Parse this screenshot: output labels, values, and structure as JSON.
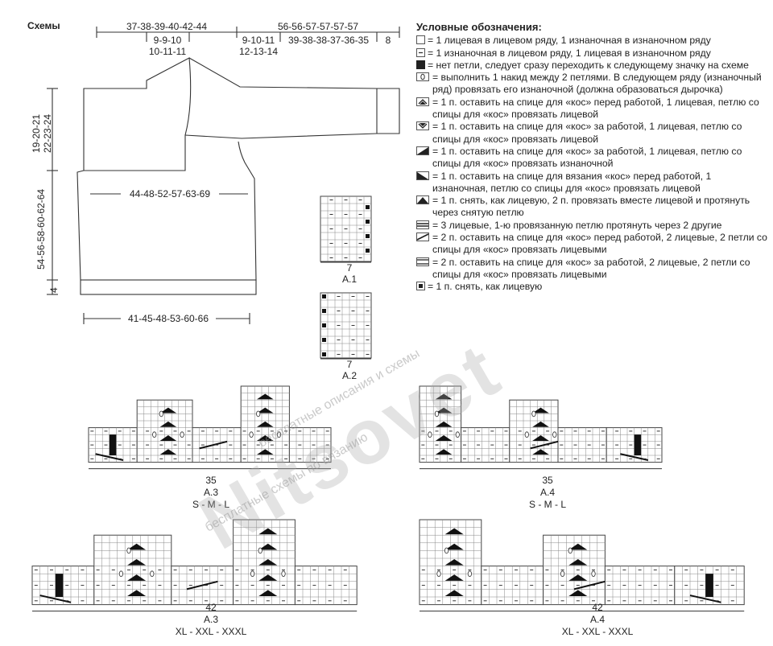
{
  "schema_title": "Схемы",
  "measurements": {
    "top_left": "37-38-39-40-42-44",
    "top_right": "56-56-57-57-57-57",
    "neck1": "9-9-10",
    "neck2": "10-11-11",
    "shoulder1": "9-10-11",
    "shoulder2": "12-13-14",
    "sleeve_mid": "39-38-38-37-36-35",
    "cuff": "8",
    "armhole1": "19-20-21",
    "armhole2": "22-23-24",
    "body_length": "54-56-58-60-62-64",
    "rib": "4",
    "chest": "44-48-52-57-63-69",
    "bottom": "41-45-48-53-60-66"
  },
  "small_charts": {
    "a1_count": "7",
    "a1_label": "A.1",
    "a2_count": "7",
    "a2_label": "A.2"
  },
  "big_charts": {
    "a3_small_count": "35",
    "a3_small_label": "A.3",
    "a3_small_sizes": "S - M - L",
    "a4_small_count": "35",
    "a4_small_label": "A.4",
    "a4_small_sizes": "S - M - L",
    "a3_large_count": "42",
    "a3_large_label": "A.3",
    "a3_large_sizes": "XL - XXL - XXXL",
    "a4_large_count": "42",
    "a4_large_label": "A.4",
    "a4_large_sizes": "XL - XXL - XXXL"
  },
  "legend": {
    "title": "Условные обозначения:",
    "items": [
      {
        "icon": "knit-square-icon",
        "text": "= 1 лицевая в лицевом ряду, 1 изнаночная в изнаночном ряду"
      },
      {
        "icon": "purl-square-icon",
        "text": "= 1 изнаночная в лицевом ряду, 1 лицевая в изнаночном ряду"
      },
      {
        "icon": "no-stitch-icon",
        "text": "= нет петли, следует сразу переходить к следующему значку на схеме"
      },
      {
        "icon": "yarn-over-icon",
        "text": "= выполнить 1 накид между 2 петлями. В следующем ряду (изнаночный ряд) провязать его изнаночной (должна образоваться дырочка)"
      },
      {
        "icon": "cable-front-icon",
        "text": "= 1 п. оставить на спице для «кос» перед работой, 1 лицевая, петлю со спицы для «кос» провязать лицевой"
      },
      {
        "icon": "cable-back-icon",
        "text": "= 1 п. оставить на спице для «кос» за работой, 1 лицевая, петлю со спицы для «кос» провязать лицевой"
      },
      {
        "icon": "cable-back-purl-icon",
        "text": "= 1 п. оставить на спице для «кос» за работой, 1 лицевая, петлю со спицы для «кос» провязать изнаночной"
      },
      {
        "icon": "cable-front-purl-icon",
        "text": "= 1 п. оставить на спице для вязания «кос» перед работой, 1 изнаночная, петлю со спицы для «кос» провязать лицевой"
      },
      {
        "icon": "double-decrease-icon",
        "text": "= 1 п. снять, как лицевую, 2 п. провязать вместе лицевой и протянуть через снятую петлю"
      },
      {
        "icon": "three-knit-icon",
        "text": "= 3 лицевые, 1-ю провязанную петлю протянуть через 2 другие"
      },
      {
        "icon": "cable-2-front-icon",
        "text": "= 2 п. оставить на спице для «кос» перед работой, 2 лицевые, 2 петли со спицы для «кос» провязать лицевыми"
      },
      {
        "icon": "cable-2-back-icon",
        "text": "= 2 п. оставить на спице для «кос» за работой, 2 лицевые, 2 петли со спицы для «кос» провязать лицевыми"
      },
      {
        "icon": "slip-stitch-icon",
        "text": "= 1 п. снять, как лицевую"
      }
    ]
  },
  "watermark": {
    "brand": "Nitsovet",
    "line1": "бесплатные описания и схемы",
    "line2": "бесплатные схемы по вязанию"
  }
}
